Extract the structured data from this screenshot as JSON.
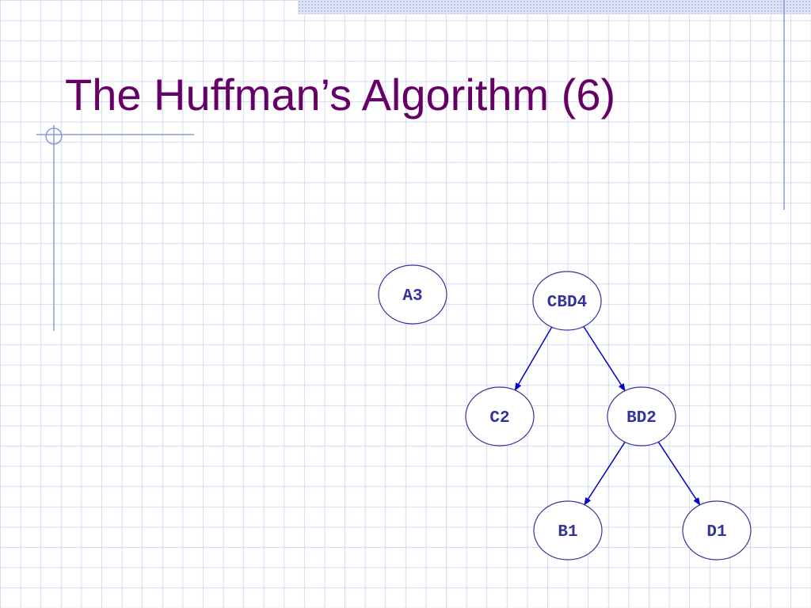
{
  "slide": {
    "title": "The Huffman’s Algorithm (6)"
  },
  "tree": {
    "nodes": [
      {
        "id": "A3",
        "label": "A3"
      },
      {
        "id": "CBD4",
        "label": "CBD4"
      },
      {
        "id": "C2",
        "label": "C2"
      },
      {
        "id": "BD2",
        "label": "BD2"
      },
      {
        "id": "B1",
        "label": "B1"
      },
      {
        "id": "D1",
        "label": "D1"
      }
    ],
    "edges": [
      {
        "from": "CBD4",
        "to": "C2"
      },
      {
        "from": "CBD4",
        "to": "BD2"
      },
      {
        "from": "BD2",
        "to": "B1"
      },
      {
        "from": "BD2",
        "to": "D1"
      }
    ]
  },
  "colors": {
    "title": "#660066",
    "node_text": "#333399",
    "node_border": "#333399",
    "edge": "#0000cc",
    "decor_line": "#8a9ad6"
  }
}
